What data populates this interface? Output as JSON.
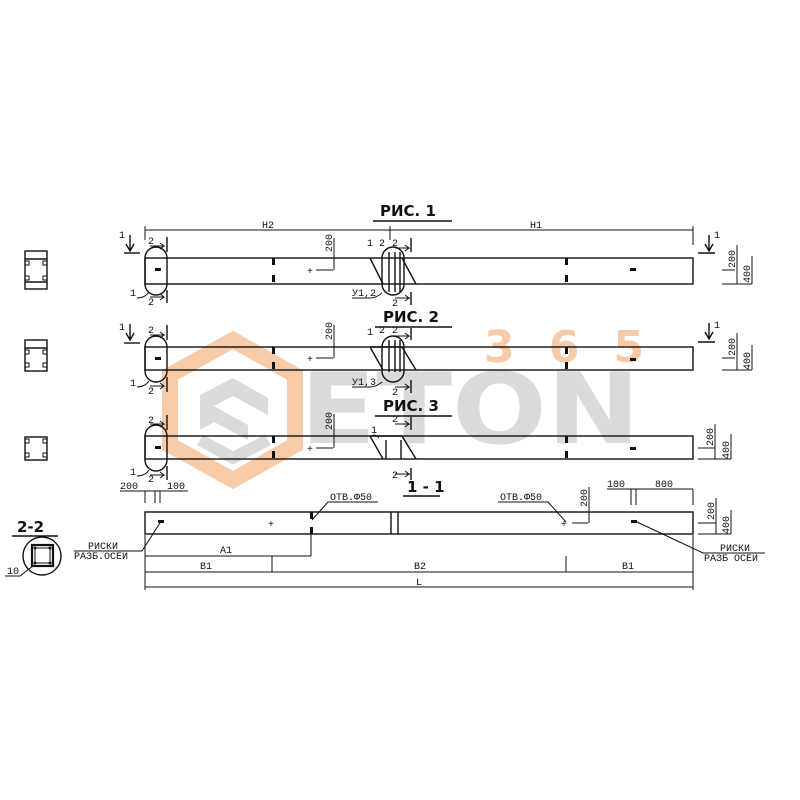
{
  "watermark": {
    "brand": "ETON",
    "number": "365",
    "brand_color": "#d9d9d9",
    "accent_color": "#f7c9a4"
  },
  "figures": [
    {
      "title": "РИС. 1",
      "dim_left": "H2",
      "dim_right": "H1",
      "dim_200": "200",
      "label_1": "1",
      "label_2": "2",
      "node_label": "У1,2",
      "side_200": "200",
      "side_400": "400"
    },
    {
      "title": "РИС. 2",
      "dim_200": "200",
      "label_1": "1",
      "label_2": "2",
      "node_label": "У1,3",
      "side_200": "200",
      "side_400": "400"
    },
    {
      "title": "РИС. 3",
      "dim_200": "200",
      "label_1": "1",
      "label_2": "2",
      "bottom_left": "200",
      "bottom_right": "100",
      "side_200": "200",
      "side_400": "400"
    }
  ],
  "section_1_1": {
    "title": "1 - 1",
    "hole_label_left": "ОТВ.Ф50",
    "hole_label_right": "ОТВ.Ф50",
    "dim_200_hole": "200",
    "dim_100": "100",
    "dim_800": "800",
    "side_200": "200",
    "side_400": "400",
    "mark_left_line1": "РИСКИ",
    "mark_left_line2": "РАЗБ.ОСЕЙ",
    "mark_right_line1": "РИСКИ",
    "mark_right_line2": "РАЗБ ОСЕЙ",
    "dim_a1": "А1",
    "dim_b1_left": "В1",
    "dim_b2": "В2",
    "dim_b1_right": "В1",
    "dim_l": "L"
  },
  "section_2_2": {
    "title": "2-2",
    "callout": "10"
  },
  "section_markers": {
    "one": "1",
    "two": "2"
  }
}
